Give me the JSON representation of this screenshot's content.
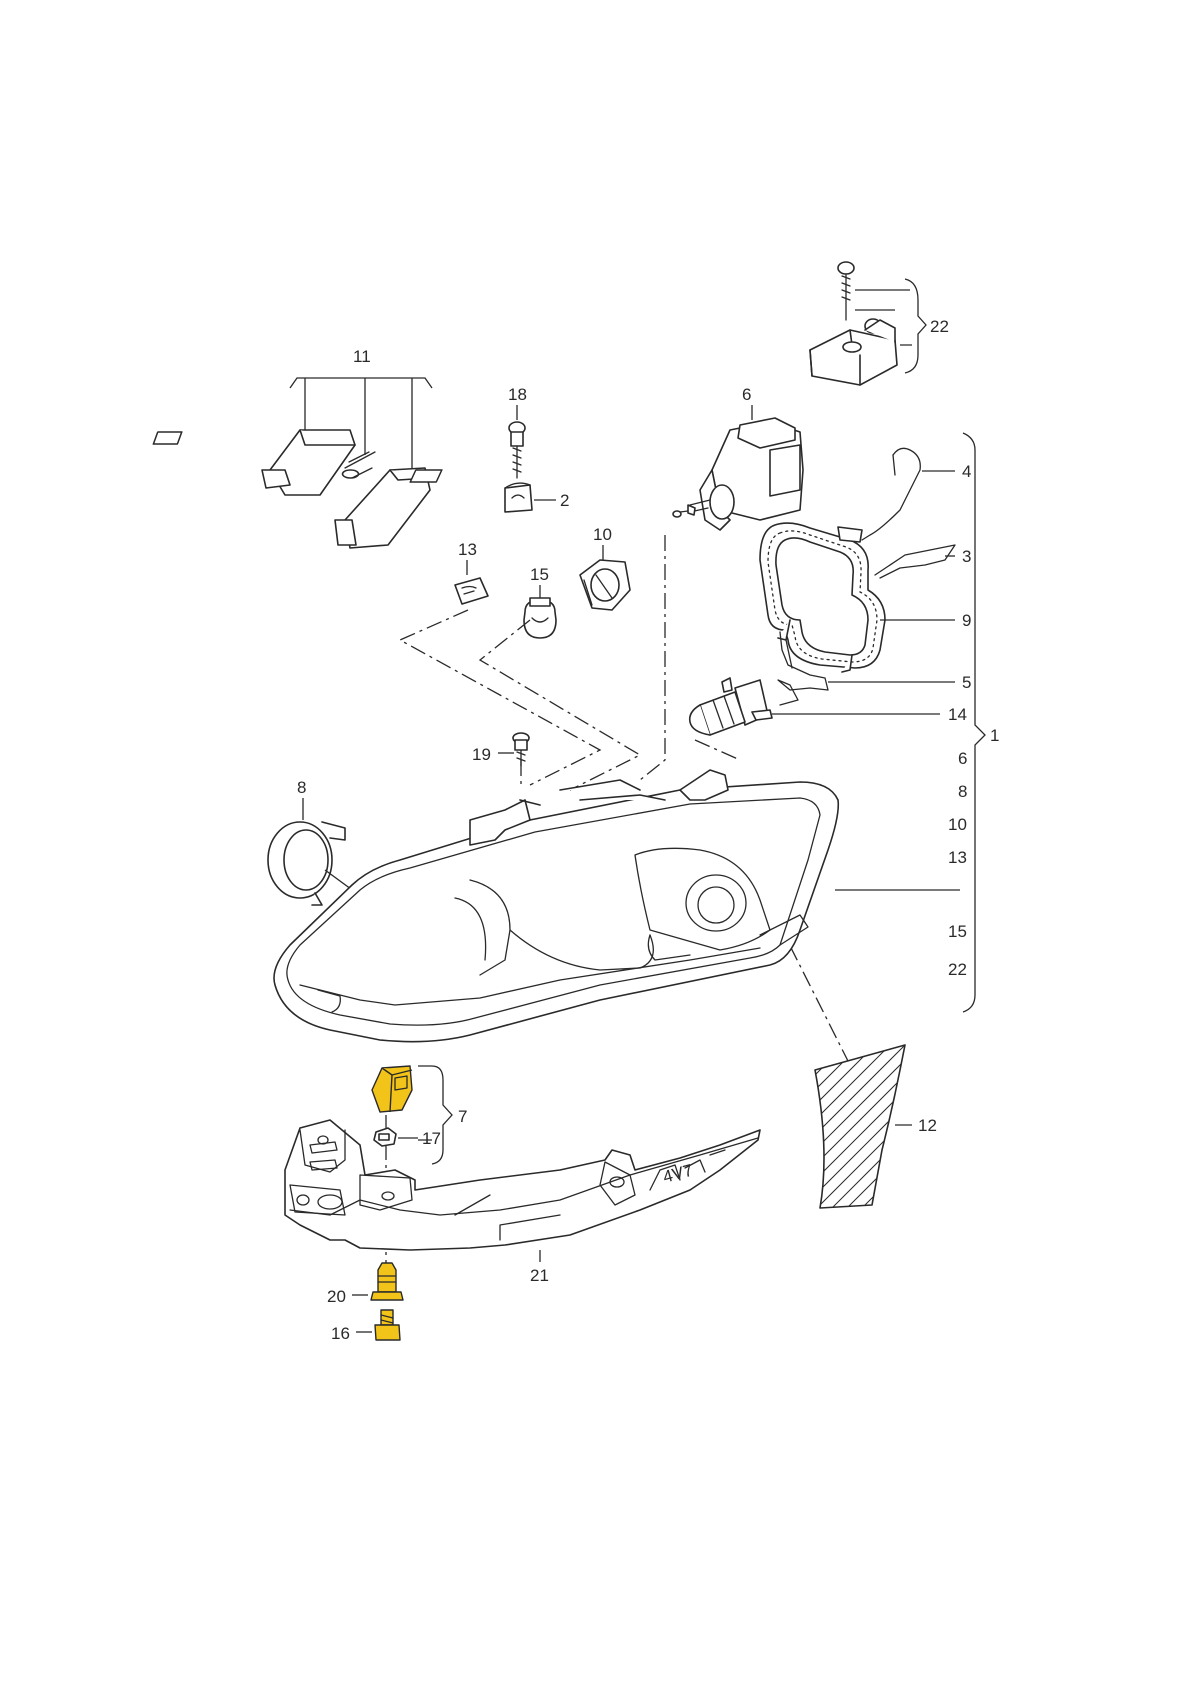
{
  "highlight_color": "#f2c319",
  "line_color": "#2a2a2a",
  "callouts": {
    "p1": "1",
    "p2": "2",
    "p3": "3",
    "p4": "4",
    "p5": "5",
    "p6": "6",
    "p7": "7",
    "p8": "8",
    "p9": "9",
    "p10": "10",
    "p11": "11",
    "p12": "12",
    "p13": "13",
    "p14": "14",
    "p15": "15",
    "p16": "16",
    "p17": "17",
    "p18": "18",
    "p19": "19",
    "p20": "20",
    "p21": "21",
    "p22": "22"
  },
  "assembly_1_includes": [
    "6",
    "8",
    "10",
    "13",
    "15",
    "22"
  ],
  "lamp_emblem": "4V7",
  "highlighted_parts": [
    "7",
    "16",
    "20"
  ]
}
